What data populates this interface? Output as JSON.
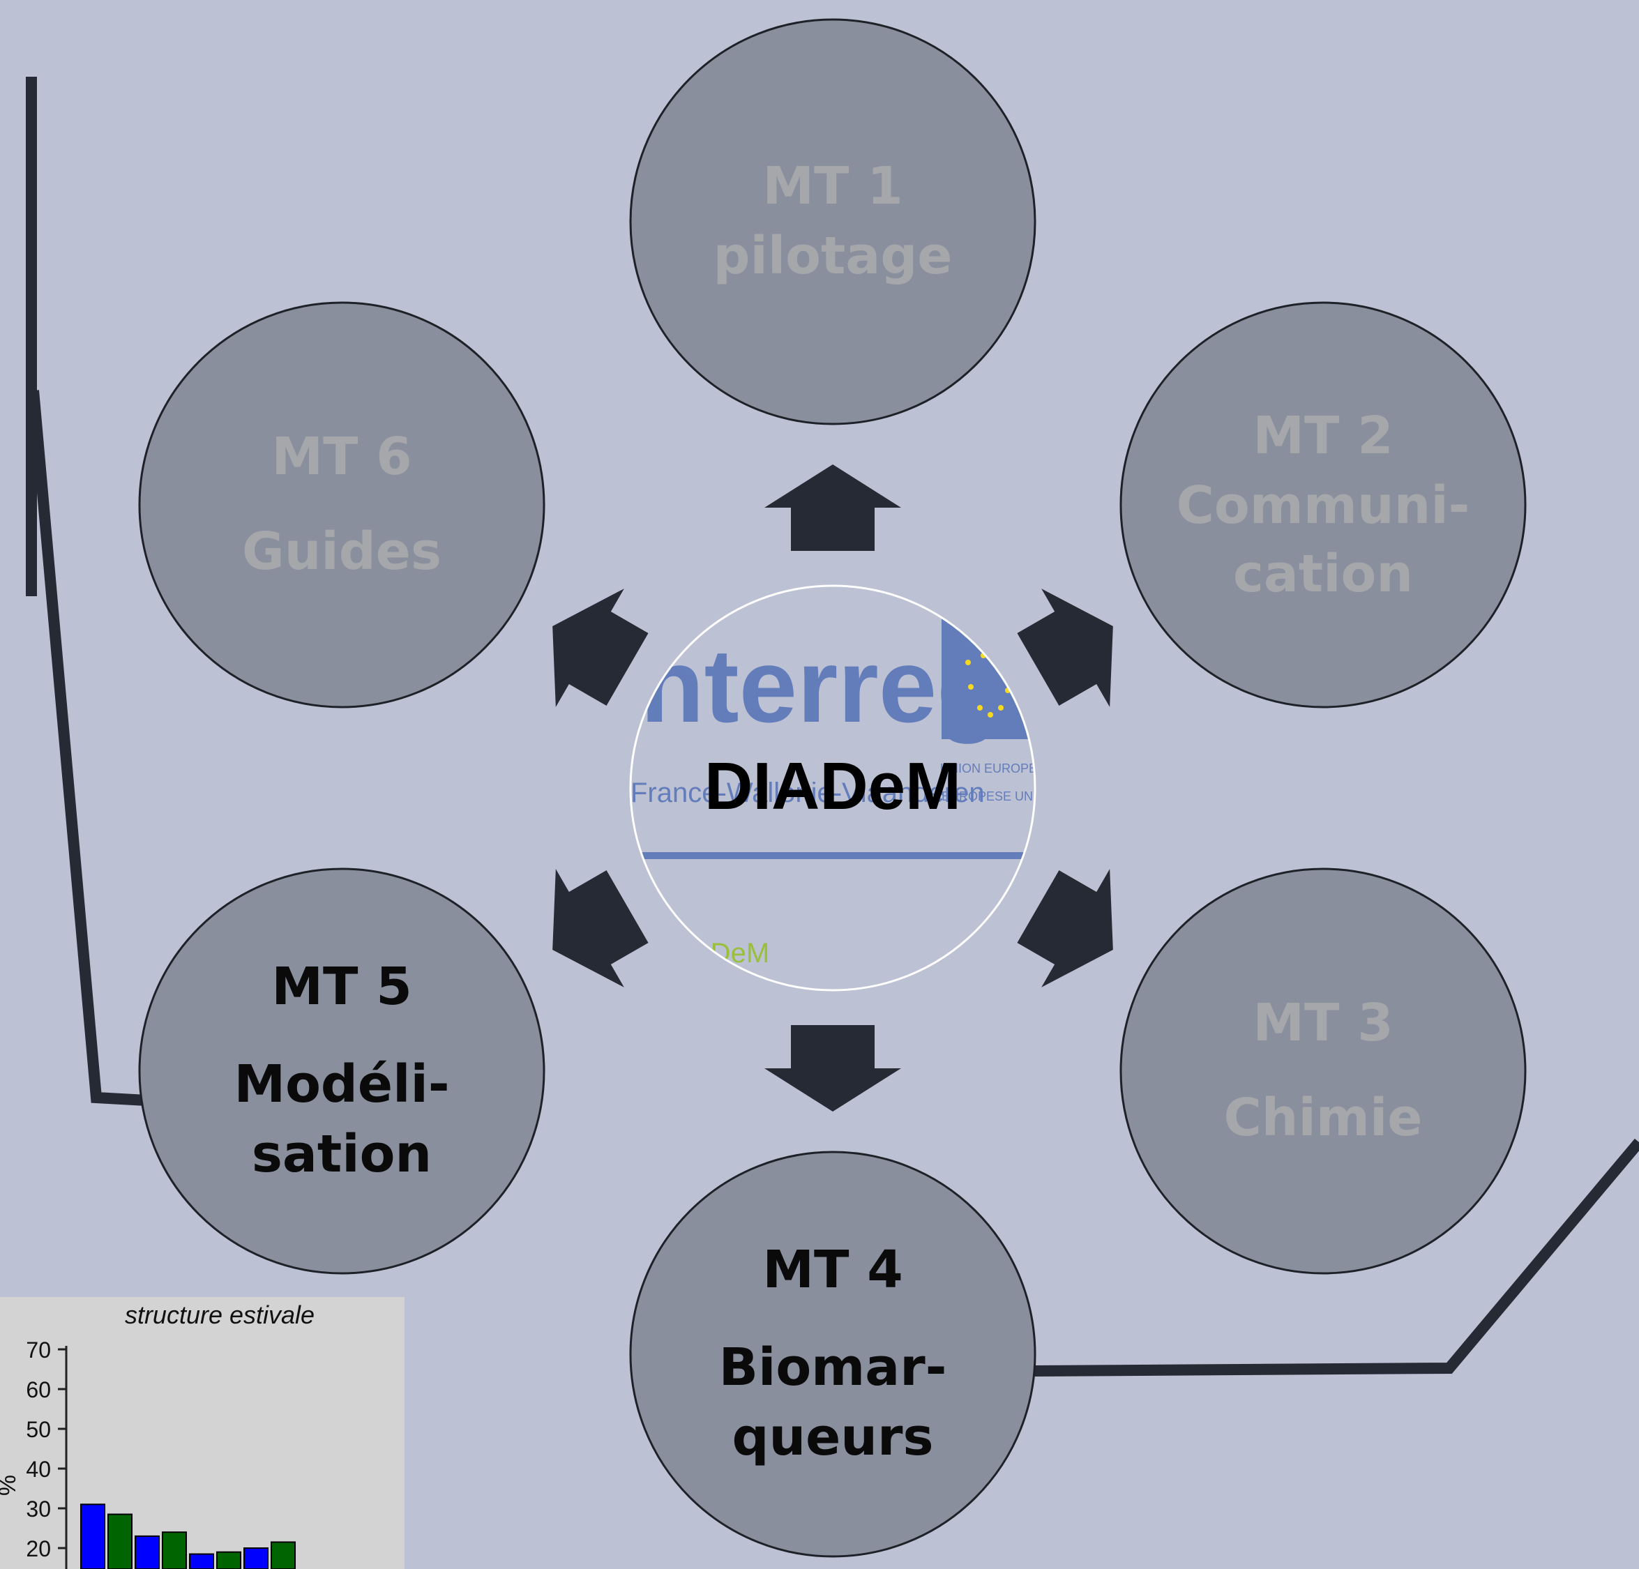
{
  "colors": {
    "background": "#bcc1d4",
    "node_fill": "#8a8f9e",
    "node_stroke": "#1e2128",
    "arrow": "#262a35",
    "connector": "#262a35",
    "text_dim": "#a5a7ab",
    "text_active": "#0a0a0a",
    "logo_blue": "#5471b6",
    "logo_green": "#93c01f"
  },
  "center": {
    "label": "DIADeM",
    "logo": {
      "interreg": "nterreg",
      "region": "France-Wallonie-Vlaanderen",
      "eu_fr": "UNION EUROPÉENNE",
      "eu_nl": "EUROPESE UNIE",
      "project_fragment": "ADeM"
    }
  },
  "nodes": [
    {
      "id": "mt1",
      "title": "MT 1",
      "lines": [
        "pilotage"
      ],
      "active": false
    },
    {
      "id": "mt2",
      "title": "MT 2",
      "lines": [
        "Communi-",
        "cation"
      ],
      "active": false
    },
    {
      "id": "mt3",
      "title": "MT 3",
      "lines": [
        "Chimie"
      ],
      "active": false
    },
    {
      "id": "mt4",
      "title": "MT 4",
      "lines": [
        "Biomar-",
        "queurs"
      ],
      "active": true
    },
    {
      "id": "mt5",
      "title": "MT 5",
      "lines": [
        "Modéli-",
        "sation"
      ],
      "active": true
    },
    {
      "id": "mt6",
      "title": "MT 6",
      "lines": [
        "Guides"
      ],
      "active": false
    }
  ],
  "chart_data": {
    "type": "bar",
    "title": "structure estivale",
    "ylabel": "%",
    "ylim": [
      0,
      70
    ],
    "yticks": [
      20,
      30,
      40,
      50,
      60,
      70
    ],
    "values": [
      31,
      28.5,
      23,
      24,
      18.5,
      19,
      20,
      21.5
    ],
    "colors": [
      "#0000ff",
      "#006400",
      "#0000ff",
      "#006400",
      "#0000ff",
      "#006400",
      "#0000ff",
      "#006400"
    ]
  }
}
